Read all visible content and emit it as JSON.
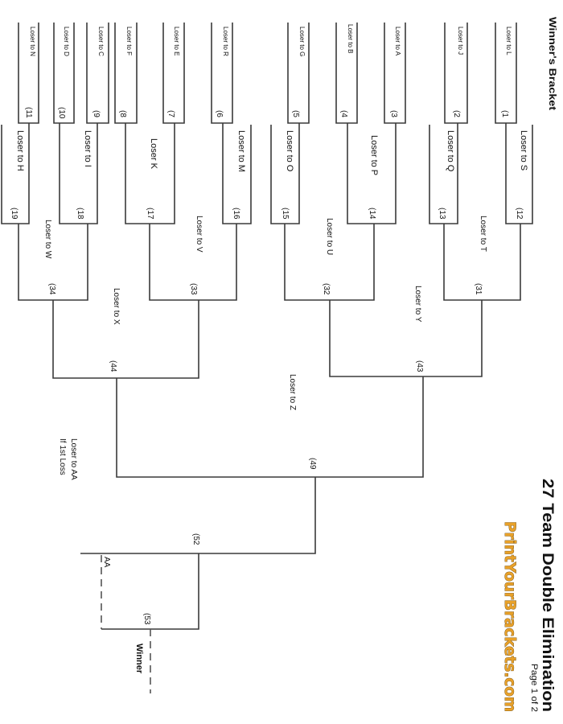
{
  "header": {
    "bracket_label": "Winner's Bracket",
    "title": "27 Team Double Elimination",
    "page": "Page 1 of 2",
    "logo": "PrintYourBrackets.com",
    "logo_color": "#e8a12a"
  },
  "round1": [
    {
      "num": "(11",
      "label": "Loser to N"
    },
    {
      "num": "(10",
      "label": "Loser to D"
    },
    {
      "num": "(9",
      "label": "Loser to C"
    },
    {
      "num": "(8",
      "label": "Loser to F"
    },
    {
      "num": "(7",
      "label": "Loser to E"
    },
    {
      "num": "(6",
      "label": "Loser to R"
    },
    {
      "num": "(5",
      "label": "Loser to G"
    },
    {
      "num": "(4",
      "label": "Loser to B"
    },
    {
      "num": "(3",
      "label": "Loser to A"
    },
    {
      "num": "(2",
      "label": "Loser to J"
    },
    {
      "num": "(1",
      "label": "Loser to L"
    }
  ],
  "round2": [
    {
      "num": "(19",
      "label": "Loser to H"
    },
    {
      "num": "(18",
      "label": "Loser to I"
    },
    {
      "num": "(17",
      "label": "Loser K"
    },
    {
      "num": "(16",
      "label": "Loser to M"
    },
    {
      "num": "(15",
      "label": "Loser to O"
    },
    {
      "num": "(14",
      "label": "Loser to P"
    },
    {
      "num": "(13",
      "label": "Loser to Q"
    },
    {
      "num": "(12",
      "label": "Loser to S"
    }
  ],
  "round3": [
    {
      "num": "(34",
      "label": "Loser to W"
    },
    {
      "num": "(33",
      "label": "Loser to V"
    },
    {
      "num": "(32",
      "label": "Loser to U"
    },
    {
      "num": "(31",
      "label": "Loser to T"
    }
  ],
  "round4": [
    {
      "num": "(44",
      "label": "Loser to X"
    },
    {
      "num": "(43",
      "label": "Loser to Y"
    }
  ],
  "round5": {
    "num": "(49",
    "label": "Loser to Z"
  },
  "final": {
    "note_line1": "Loser to AA",
    "note_line2": "If 1st Loss",
    "num52": "(52",
    "aa_label": "AA",
    "num53": "(53",
    "winner_label": "Winner"
  }
}
